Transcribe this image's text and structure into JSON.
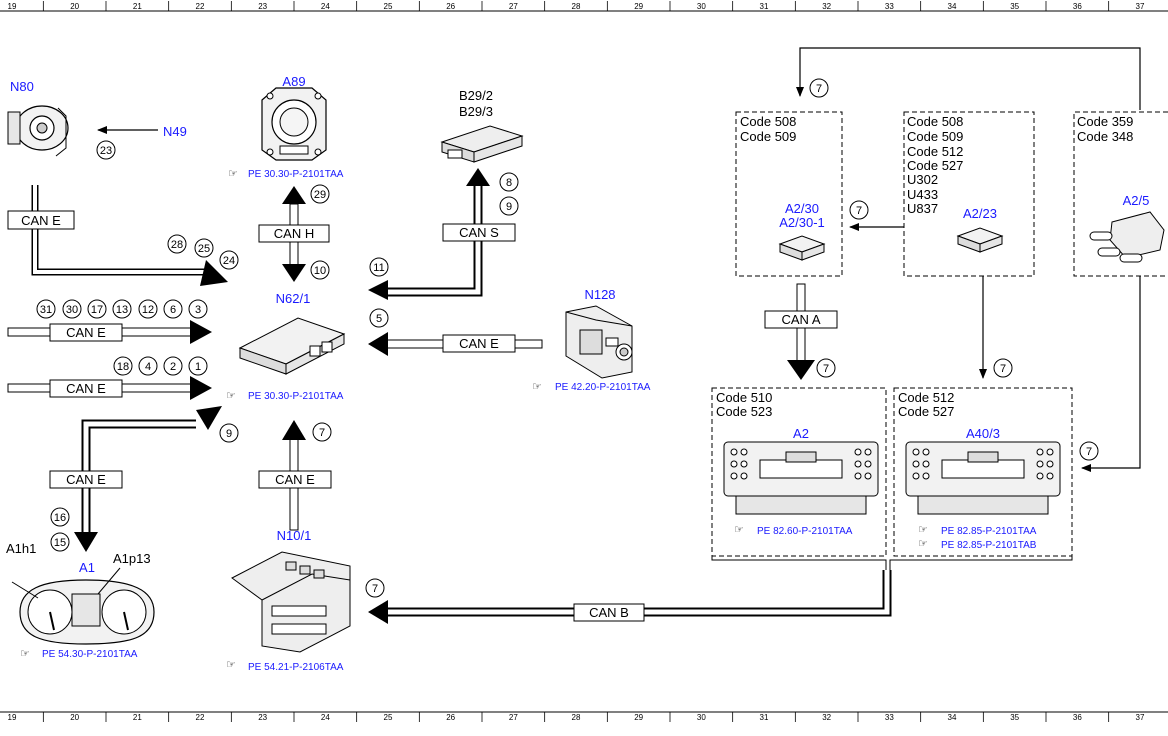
{
  "grid_numbers": [
    "19",
    "20",
    "21",
    "22",
    "23",
    "24",
    "25",
    "26",
    "27",
    "28",
    "29",
    "30",
    "31",
    "32",
    "33",
    "34",
    "35",
    "36",
    "37"
  ],
  "components": {
    "n80": "N80",
    "n49": "N49",
    "a89": "A89",
    "b29": [
      "B29/2",
      "B29/3"
    ],
    "n62_1": "N62/1",
    "n128": "N128",
    "n10_1": "N10/1",
    "a1": "A1",
    "a1h1": "A1h1",
    "a1p13": "A1p13",
    "a2_30": [
      "A2/30",
      "A2/30-1"
    ],
    "a2_23": "A2/23",
    "a2_5": "A2/5",
    "a2": "A2",
    "a40_3": "A40/3"
  },
  "bus_labels": {
    "can_e_1": "CAN E",
    "can_h": "CAN H",
    "can_s": "CAN S",
    "can_e_2": "CAN E",
    "can_e_3": "CAN E",
    "can_e_4": "CAN E",
    "can_e_5": "CAN E",
    "can_e_6": "CAN E",
    "can_a": "CAN A",
    "can_b": "CAN B"
  },
  "references": {
    "a89": "PE 30.30-P-2101TAA",
    "n62_1": "PE 30.30-P-2101TAA",
    "n128": "PE 42.20-P-2101TAA",
    "n10_1": "PE 54.21-P-2106TAA",
    "a1": "PE 54.30-P-2101TAA",
    "a2": "PE 82.60-P-2101TAA",
    "a40_3_a": "PE 82.85-P-2101TAA",
    "a40_3_b": "PE 82.85-P-2101TAB"
  },
  "code_boxes": {
    "box1": [
      "Code 508",
      "Code 509"
    ],
    "box2": [
      "Code 508",
      "Code 509",
      "Code 512",
      "Code 527",
      "U302",
      "U433",
      "U837"
    ],
    "box3": [
      "Code 359",
      "Code 348"
    ],
    "box4": [
      "Code 510",
      "Code 523"
    ],
    "box5": [
      "Code 512",
      "Code 527"
    ]
  },
  "circle_numbers": {
    "c23": "23",
    "c29": "29",
    "c10": "10",
    "c8": "8",
    "c9a": "9",
    "c11": "11",
    "c5": "5",
    "c28": "28",
    "c25": "25",
    "c24": "24",
    "c31": "31",
    "c30": "30",
    "c17": "17",
    "c13": "13",
    "c12": "12",
    "c6": "6",
    "c3": "3",
    "c18": "18",
    "c4": "4",
    "c2": "2",
    "c1": "1",
    "c9b": "9",
    "c16": "16",
    "c15": "15",
    "c7a": "7",
    "c7b": "7",
    "c7c": "7",
    "c7d": "7",
    "c7e": "7",
    "c7f": "7",
    "c7g": "7"
  }
}
